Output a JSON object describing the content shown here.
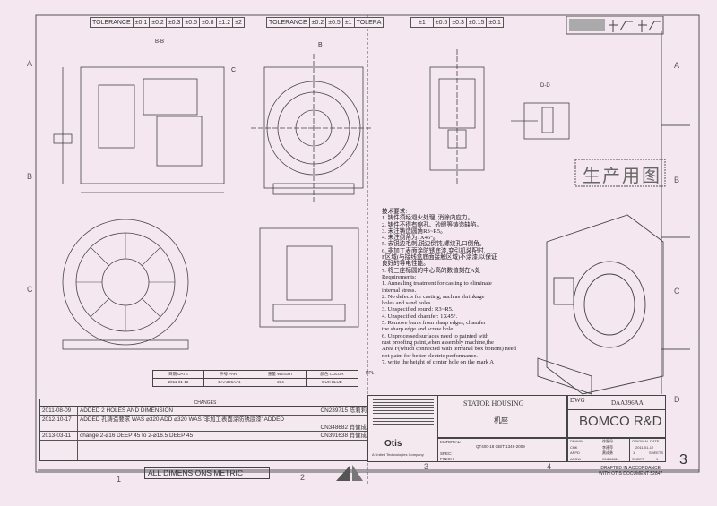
{
  "tolerance_bar_1": {
    "label": "TOLERANCE",
    "values": [
      "±0.1",
      "±0.2",
      "±0.3",
      "±0.5",
      "±0.8",
      "±1.2",
      "±2"
    ]
  },
  "tolerance_bar_2": {
    "label": "TOLERANCE",
    "values": [
      "±0.2",
      "±0.5",
      "±1"
    ],
    "trail": "TOLERA"
  },
  "tolerance_bar_3": {
    "values": [
      "±1",
      "±0.5",
      "±0.3",
      "±0.15",
      "±0.1"
    ]
  },
  "views": {
    "bb": "B-B",
    "b_mark": "B",
    "c_mark": "C",
    "dd": "D-D"
  },
  "zones_left": [
    "A",
    "B",
    "C"
  ],
  "zones_right": [
    "A",
    "B",
    "C",
    "D"
  ],
  "zones_bottom": [
    "1",
    "2",
    "3",
    "4"
  ],
  "handwritten_sheet": "3",
  "stamp": "生产用图",
  "notes": {
    "cn_title": "技术要求:",
    "cn": [
      "1. 铸件须经退火处理, 消除内应力。",
      "2. 铸件不得有缩孔、砂眼等铸造缺陷。",
      "3. 未注铸造圆角R3~R5。",
      "4. 未注倒角为1X45°。",
      "5. 去锐边毛刺,锐边倒钝,螺纹孔口倒角。",
      "6. 非加工表面涂防锈底漆,变引机装配时,",
      "F区域(与接线盒底面接触区域)不涂漆,以保证",
      "良好的导电性能。",
      "7. 将三座标圆的中心高的数值刻在A处"
    ],
    "en_title": "Requirements:",
    "en": [
      "1. Annealing treatment for casting to eliminate",
      "internal stress.",
      "2. No defects for casting, such as shrinkage",
      "holes and sand holes.",
      "3. Unspecified round: R3~R5.",
      "4. Unspecified chamfer: 1X45°.",
      "5. Remove burrs from sharp edges, chamfer",
      "the sharp edge and screw hole.",
      "6. Unprocessed surfaces need to painted with",
      "rust proofing paint,when assembly machine,the",
      "Area F(which connected with terminal box bottom) need",
      "not paint for better electric performance.",
      "7. write the height of center hole on the mark A"
    ]
  },
  "info_table": {
    "headers": [
      "日期 DATE",
      "件号 PART",
      "重量 WEIGHT",
      "颜色 COLOR"
    ],
    "values": [
      "2011-01-12",
      "DAA396AA1",
      "234",
      "DUX BLUE"
    ],
    "side": "PPL"
  },
  "changes": {
    "title": "CHANGES",
    "rows": [
      {
        "date": "2011-08-09",
        "text": "ADDED 2 HOLES AND DIMENSION",
        "cn": "CN239715 陈莉莉"
      },
      {
        "date": "2012-10-17",
        "text": "ADDED 孔铸造要求 WAS ⌀320 ADD ⌀320 WAS '非加工表面涂防锈底漆' ADDED",
        "cn": "CN348682 肖健成"
      },
      {
        "date": "2013-03-11",
        "text": "change 2-⌀16 DEEP 45 to 2-⌀16.5 DEEP 45",
        "cn": "CN391638 肖健成"
      }
    ]
  },
  "metric_label": "ALL DIMENSIONS METRIC",
  "title_block": {
    "name_en": "STATOR HOUSING",
    "name_cn": "机座",
    "dwg_label": "DWG",
    "dwg_no": "DAA396AA",
    "company": "BOMCO R&D",
    "material_label": "MATERIAL:",
    "material": "QT400-18 GB/T 1348-2009",
    "spec_label": "SPEC:",
    "finish_label": "FINISH:",
    "sign_rows": [
      [
        "DRAWN",
        "徐磊丹"
      ],
      [
        "CHK",
        "李建萍"
      ],
      [
        "APPD",
        "黄成勇"
      ],
      [
        "ANSW",
        "CN206811"
      ]
    ],
    "original_date_label": "ORIGINAL DATE",
    "original_date": "2011-01-12",
    "sheet": "1",
    "sheets_label": "SHEETS",
    "sheet_label": "SHEET",
    "sheet_no": "1",
    "otis": "Otis",
    "otis_sub": "A United Technologies Company",
    "drafted": "DRAFTED IN ACCORDANCE",
    "drafted2": "WITH OTIS DOCUMENT 52847"
  },
  "colors": {
    "paper": "#f4e7ef",
    "line": "#444444"
  }
}
